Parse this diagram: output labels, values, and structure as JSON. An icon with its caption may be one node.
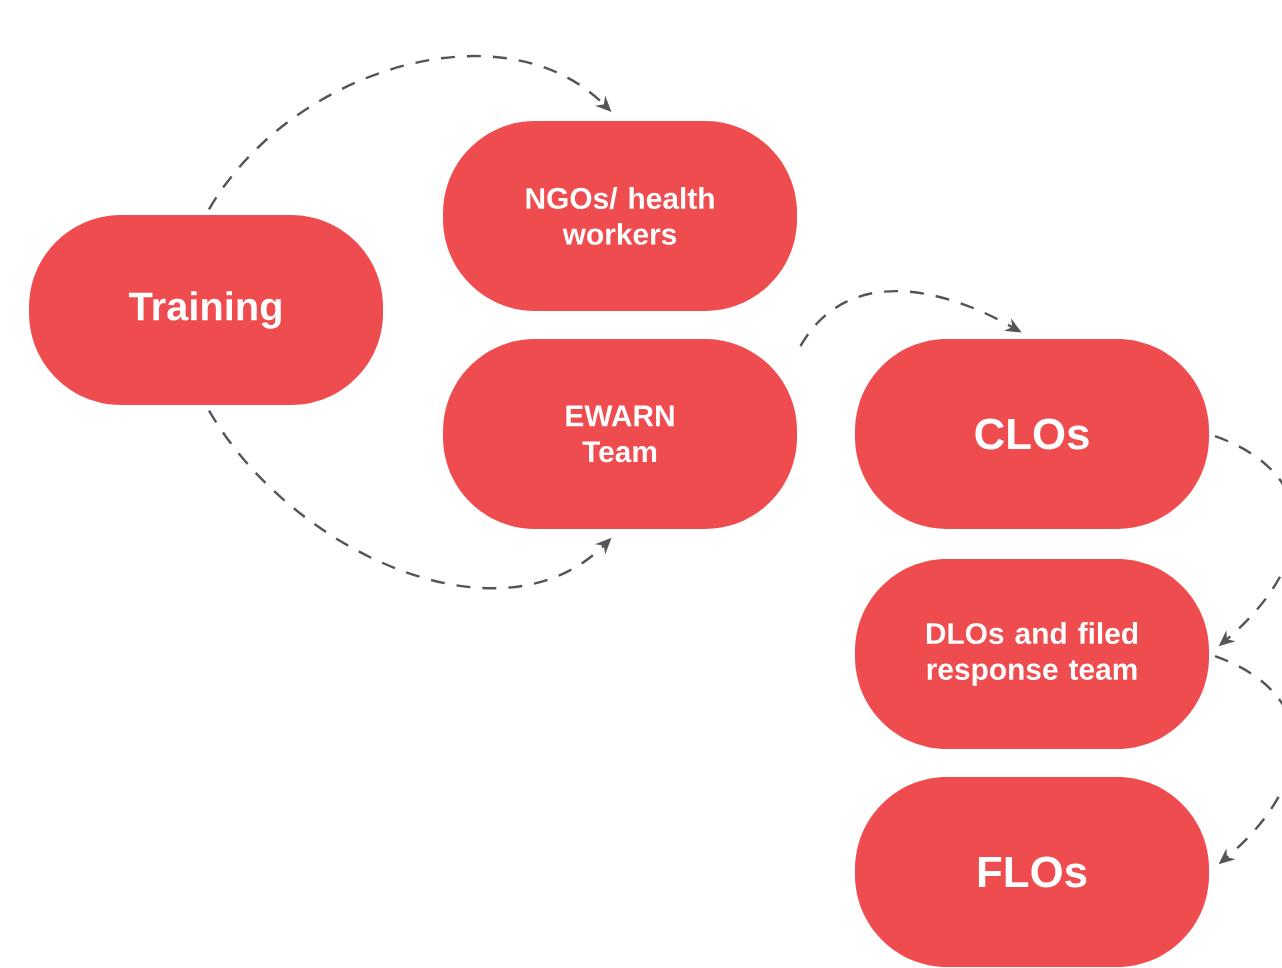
{
  "diagram": {
    "nodes": [
      {
        "text": [
          "Training"
        ]
      },
      {
        "text": [
          "NGOs/ health workers"
        ]
      },
      {
        "text": [
          "EWARN Team"
        ]
      },
      {
        "text": [
          "CLOs"
        ]
      },
      {
        "text": [
          "DLOs and filed response team"
        ]
      },
      {
        "text": [
          "FLOs"
        ]
      }
    ],
    "edges": [
      {
        "from": 0,
        "to": 1,
        "arrow": "to",
        "style": "dashed"
      },
      {
        "from": 0,
        "to": 2,
        "arrow": "to",
        "style": "dashed"
      },
      {
        "from": 2,
        "to": 3,
        "arrow": "to",
        "style": "dashed"
      },
      {
        "from": 3,
        "to": 4,
        "arrow": "to",
        "style": "dashed"
      },
      {
        "from": 4,
        "to": 5,
        "arrow": "to",
        "style": "dashed"
      }
    ]
  }
}
